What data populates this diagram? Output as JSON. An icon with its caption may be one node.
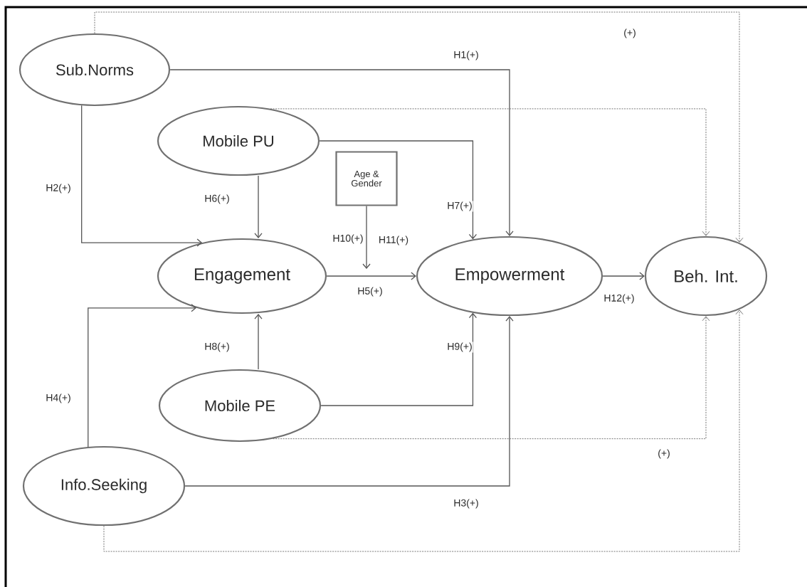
{
  "diagram": {
    "nodes": [
      {
        "text": [
          "Sub.Norms"
        ]
      },
      {
        "text": [
          "Mobile PU"
        ]
      },
      {
        "text": [
          "Age & Gender"
        ]
      },
      {
        "text": [
          "Engagement"
        ]
      },
      {
        "text": [
          "Empowerment"
        ]
      },
      {
        "text": [
          "Beh. Int."
        ]
      },
      {
        "text": [
          "Mobile PE"
        ]
      },
      {
        "text": [
          "Info.Seeking"
        ]
      }
    ],
    "edges": [
      {
        "from": 0,
        "to": 4,
        "arrow": "to",
        "label": "H1(+)"
      },
      {
        "from": 0,
        "to": 3,
        "arrow": "to",
        "label": "H2(+)"
      },
      {
        "from": 7,
        "to": 4,
        "arrow": "to",
        "label": "H3(+)"
      },
      {
        "from": 7,
        "to": 3,
        "arrow": "to",
        "label": "H4(+)"
      },
      {
        "from": 3,
        "to": 4,
        "arrow": "to",
        "label": "H5(+)"
      },
      {
        "from": 1,
        "to": 3,
        "arrow": "to",
        "label": "H6(+)"
      },
      {
        "from": 1,
        "to": 4,
        "arrow": "to",
        "label": "H7(+)"
      },
      {
        "from": 6,
        "to": 3,
        "arrow": "to",
        "label": "H8(+)"
      },
      {
        "from": 6,
        "to": 4,
        "arrow": "to",
        "label": "H9(+)"
      },
      {
        "from": 2,
        "to": null,
        "arrow": "to",
        "label": "H10(+)"
      },
      {
        "from": 4,
        "to": 5,
        "arrow": "to",
        "label": "H12(+)"
      },
      {
        "from": 0,
        "to": 5,
        "arrow": "to",
        "label": "(+)",
        "style": "dashed"
      },
      {
        "from": 1,
        "to": 5,
        "arrow": "to",
        "style": "dashed"
      },
      {
        "from": 6,
        "to": 5,
        "arrow": "to",
        "style": "dashed"
      },
      {
        "from": 7,
        "to": 5,
        "arrow": "to",
        "style": "dashed"
      }
    ],
    "labels": [
      "H11(+)",
      "(+)"
    ]
  }
}
